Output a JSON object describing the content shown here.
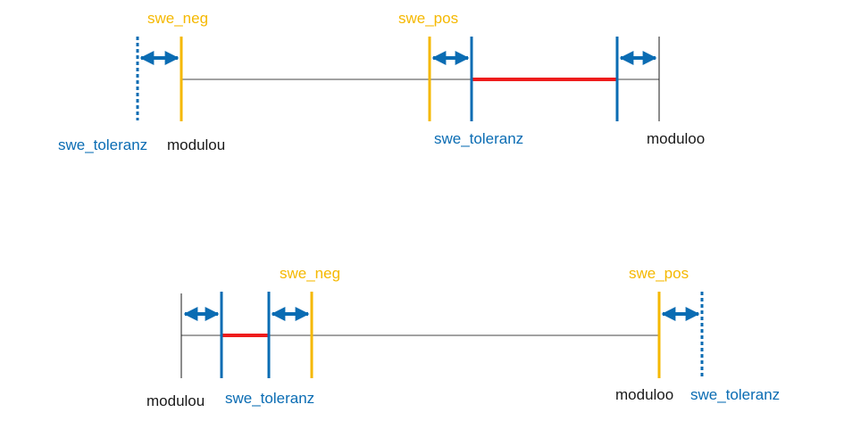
{
  "colors": {
    "yellow": "#f5b800",
    "blue": "#0a6cb3",
    "red": "#ee1c1c",
    "black": "#1a1a1a",
    "axis": "#444444"
  },
  "top": {
    "label_swe_neg": "swe_neg",
    "label_swe_pos": "swe_pos",
    "label_tol_left": "swe_toleranz",
    "label_tol_mid": "swe_toleranz",
    "label_modulou": "modulou",
    "label_moduloo": "moduloo"
  },
  "bottom": {
    "label_swe_neg": "swe_neg",
    "label_swe_pos": "swe_pos",
    "label_tol_mid": "swe_toleranz",
    "label_tol_right": "swe_toleranz",
    "label_modulou": "modulou",
    "label_moduloo": "moduloo"
  }
}
